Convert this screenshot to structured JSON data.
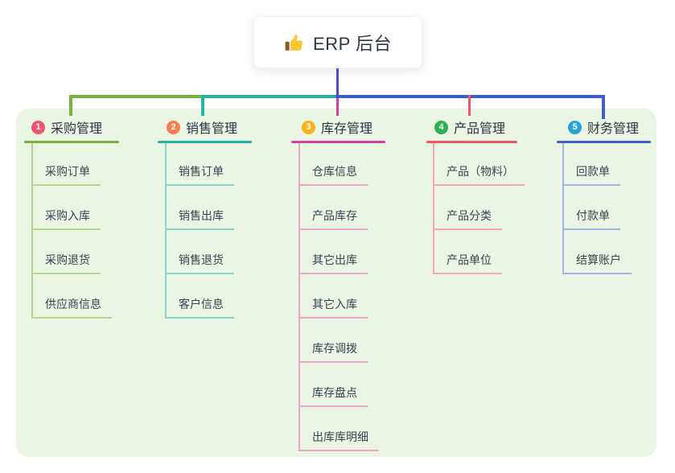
{
  "root": {
    "label": "ERP 后台",
    "icon": "thumbs-up-icon"
  },
  "branches": [
    {
      "num": "1",
      "label": "采购管理",
      "children": [
        "采购订单",
        "采购入库",
        "采购退货",
        "供应商信息"
      ]
    },
    {
      "num": "2",
      "label": "销售管理",
      "children": [
        "销售订单",
        "销售出库",
        "销售退货",
        "客户信息"
      ]
    },
    {
      "num": "3",
      "label": "库存管理",
      "children": [
        "仓库信息",
        "产品库存",
        "其它出库",
        "其它入库",
        "库存调拨",
        "库存盘点",
        "出库库明细"
      ]
    },
    {
      "num": "4",
      "label": "产品管理",
      "children": [
        "产品（物料）",
        "产品分类",
        "产品单位"
      ]
    },
    {
      "num": "5",
      "label": "财务管理",
      "children": [
        "回款单",
        "付款单",
        "结算账户"
      ]
    }
  ],
  "colors": {
    "b1": "#79b33f",
    "b1l": "#b2d88b",
    "badge1": "#f3536e",
    "b2": "#23b3a7",
    "b2l": "#84d5cb",
    "badge2": "#fb7c4e",
    "b3": "#d83fa3",
    "b3l": "#efa3cf",
    "badge3": "#f9b319",
    "b4": "#f25761",
    "b4l": "#f8a8ab",
    "badge4": "#2cb054",
    "b5": "#3e5ec8",
    "b5l": "#a3b3e6",
    "badge5": "#27a3db",
    "stem": "#4a50c8",
    "panel": "#eaf5e3",
    "textDark": "#2e3547",
    "textChild": "#3c4254"
  }
}
